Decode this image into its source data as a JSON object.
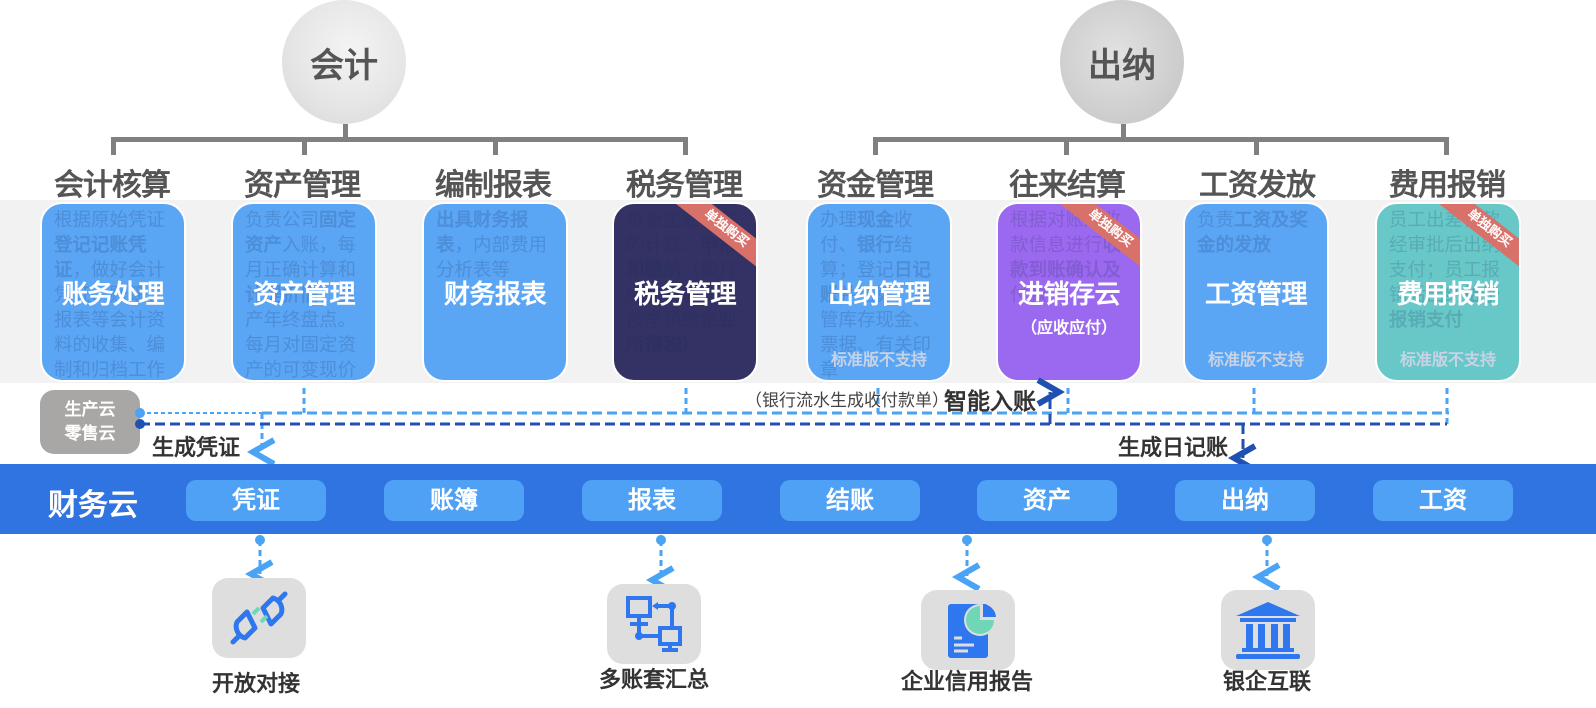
{
  "roles": {
    "accountant": "会计",
    "cashier": "出纳"
  },
  "categories": [
    "会计核算",
    "资产管理",
    "编制报表",
    "税务管理",
    "资金管理",
    "往来结算",
    "工资发放",
    "费用报销"
  ],
  "cards": [
    {
      "title": "账务处理",
      "color": "#5aa5f4",
      "desc_html": "根据原始凭证<b>登记记账凭证</b>，做好会计凭证、账簿、报表等会计资料的收集、编制和归档工作"
    },
    {
      "title": "资产管理",
      "color": "#5aa5f4",
      "desc_html": "负责公司<b>固定资产</b>入账，每月正确计算和<b>计提折旧</b>，资产年终盘点。每月对固定资产的可变现价值进行确认"
    },
    {
      "title": "财务报表",
      "color": "#5aa5f4",
      "desc_html": "<b>出具财务报表</b>，内部费用分析表等"
    },
    {
      "title": "税务管理",
      "color": "#343264",
      "desc_html": "负责企业税务的计算、<b>申报和缴纳</b>（按月缴纳增值税，按季预缴<b>企业所得税</b>）",
      "ribbon": "单独购买"
    },
    {
      "title": "出纳管理",
      "color": "#5aa5f4",
      "desc_html": "办理<b>现金</b>收付、<b>银行</b>结算；登记<b>日记账</b>并结算，保管库存现金、票据、有关印章",
      "unsupported": "标准版不支持"
    },
    {
      "title": "进销存云",
      "subtitle": "（应收应付）",
      "color": "#9b69ef",
      "desc_html": "根据对账及收款信息进行<b>收款到账确认及</b>付款",
      "ribbon": "单独购买"
    },
    {
      "title": "工资管理",
      "color": "#5aa5f4",
      "desc_html": "负责<b>工资及奖金的发放</b>",
      "unsupported": "标准版不支持"
    },
    {
      "title": "费用报销",
      "color": "#68c8c8",
      "desc_html": "员工出差借款经审批后出纳支付；员工报销后出纳<b>给予报销支付</b>",
      "ribbon": "单独购买",
      "unsupported": "标准版不支持"
    }
  ],
  "production_box": {
    "line1": "生产云",
    "line2": "零售云"
  },
  "flow_labels": {
    "generate_voucher": "生成凭证",
    "bank_flow_note": "（银行流水生成收付款单）",
    "smart_entry": "智能入账",
    "generate_journal": "生成日记账"
  },
  "finance_cloud": {
    "name": "财务云",
    "modules": [
      "凭证",
      "账簿",
      "报表",
      "结账",
      "资产",
      "出纳",
      "工资"
    ]
  },
  "services": [
    {
      "label": "开放对接",
      "icon": "plug-icon"
    },
    {
      "label": "多账套汇总",
      "icon": "network-icon"
    },
    {
      "label": "企业信用报告",
      "icon": "report-chart-icon"
    },
    {
      "label": "银企互联",
      "icon": "bank-icon"
    }
  ],
  "colors": {
    "primary_blue": "#2f74e0",
    "module_blue": "#4fa1f6",
    "card_blue": "#5aa5f4",
    "card_navy": "#343264",
    "card_purple": "#9b69ef",
    "card_teal": "#68c8c8",
    "ribbon_red": "#d9716b",
    "dash_light": "#4aa3f5",
    "dash_dark": "#2050b0",
    "icon_blue": "#2e77ef",
    "icon_green": "#6fd6b8"
  }
}
